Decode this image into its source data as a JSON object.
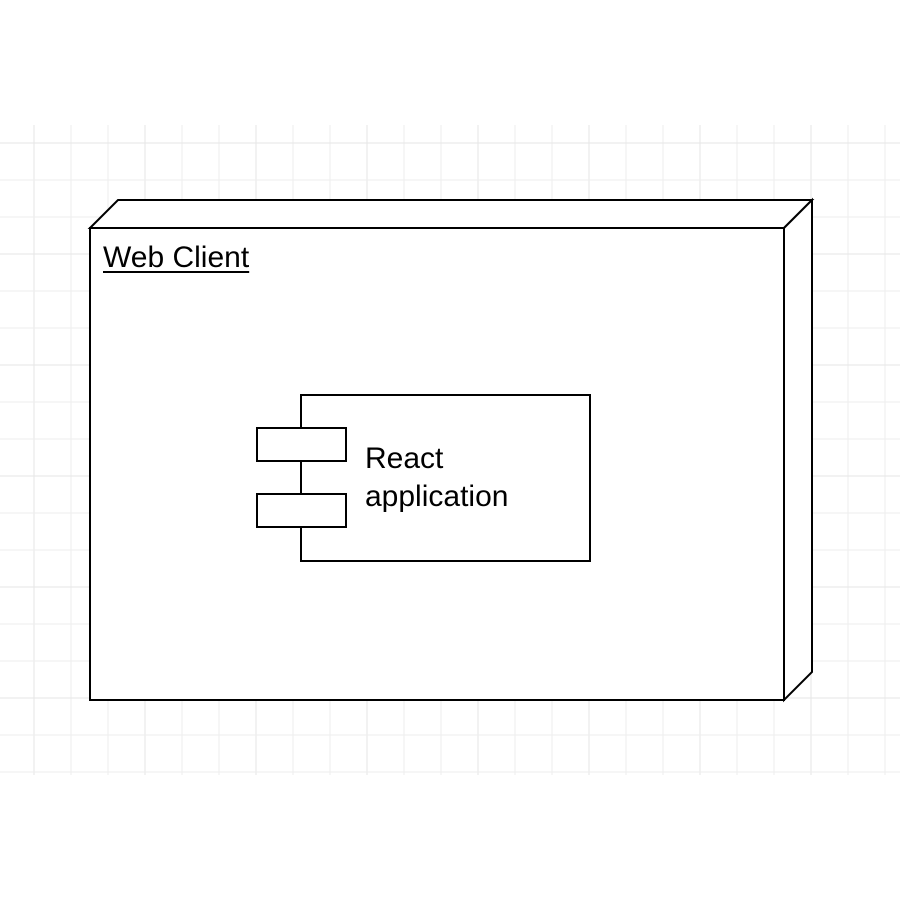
{
  "diagram": {
    "type": "uml-deployment",
    "node": {
      "label": "Web Client"
    },
    "component": {
      "label_lines": [
        "React",
        "application"
      ]
    }
  },
  "colors": {
    "background": "#ffffff",
    "grid": "#e6e6e6",
    "stroke": "#000000"
  }
}
